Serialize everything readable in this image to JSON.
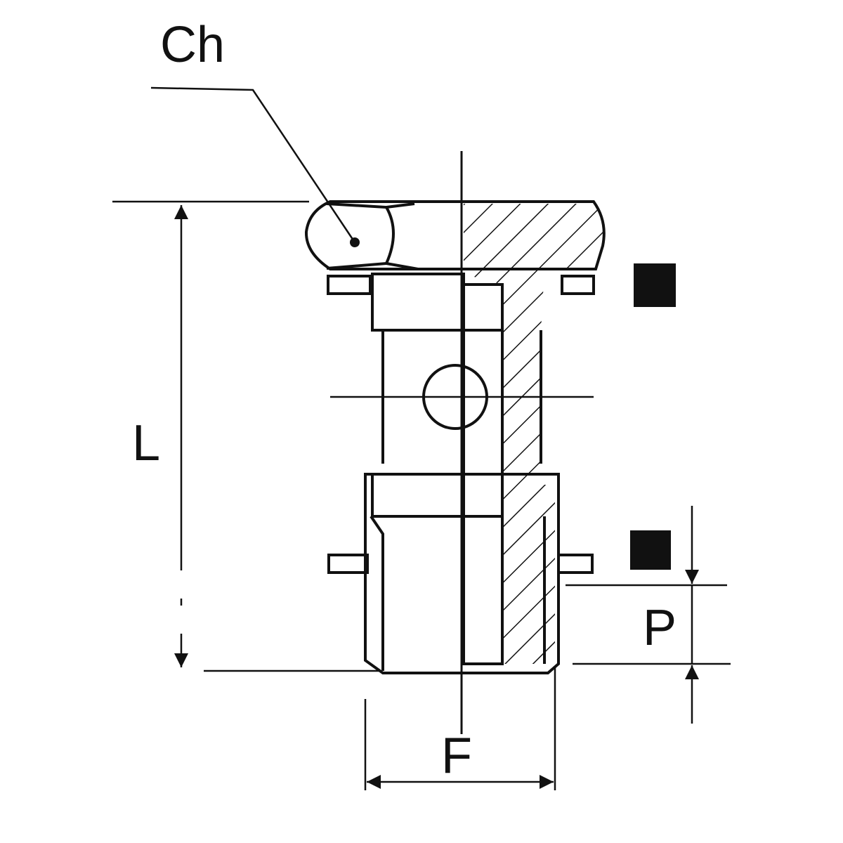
{
  "labels": {
    "ch": "Ch",
    "l": "L",
    "f": "F",
    "p": "P"
  },
  "colors": {
    "ink": "#111111",
    "background": "#ffffff"
  }
}
